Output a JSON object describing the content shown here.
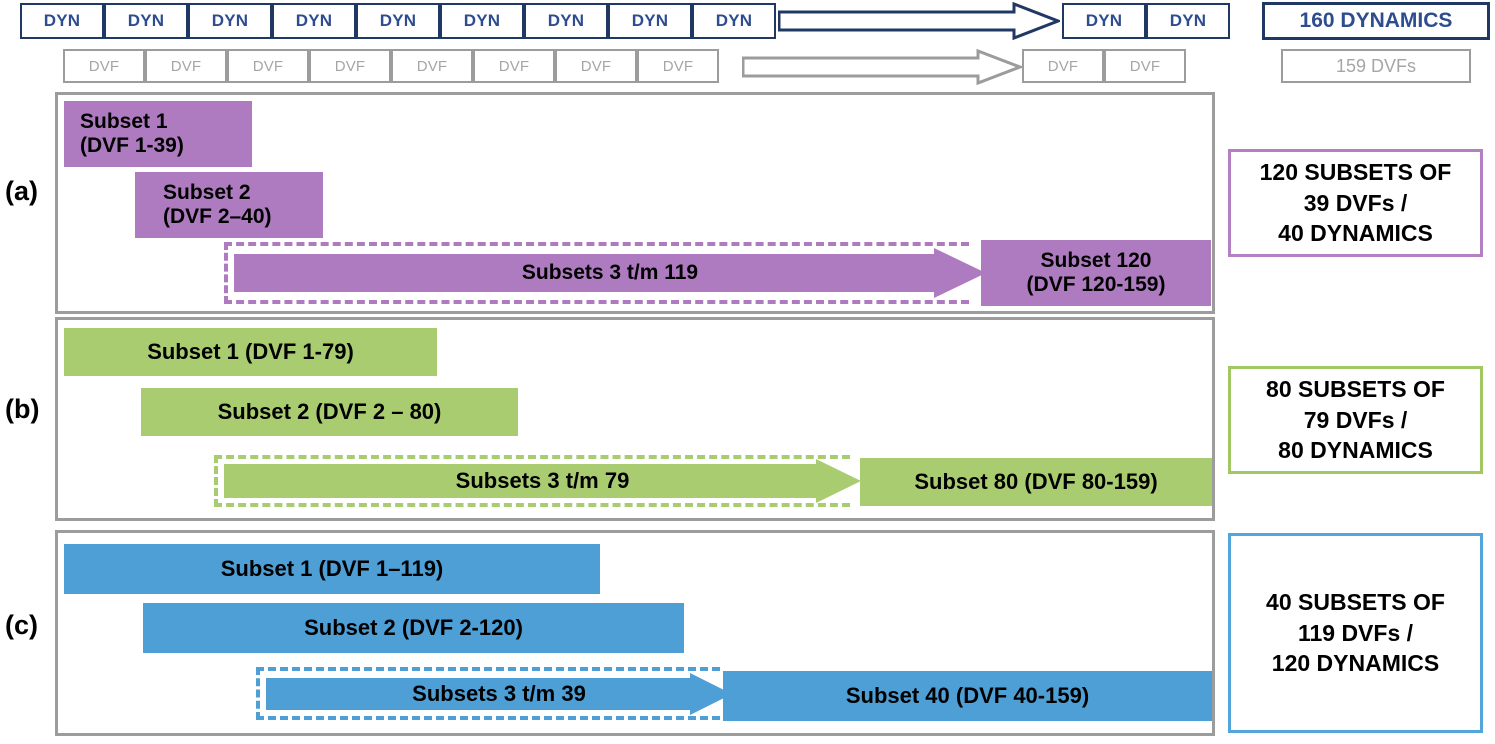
{
  "top_strips": {
    "dyn_row": {
      "cell_label": "DYN",
      "cells_left_count": 9,
      "cells_right_count": 2,
      "arrow_name": "dyn-continuation-arrow",
      "summary_label": "160 DYNAMICS",
      "border_color": "#1F3864",
      "text_color": "#2E4D8E"
    },
    "dvf_row": {
      "cell_label": "DVF",
      "cells_left_count": 8,
      "cells_right_count": 2,
      "arrow_name": "dvf-continuation-arrow",
      "summary_label": "159 DVFs",
      "border_color": "#9C9C9C",
      "text_color": "#A6A6A6"
    }
  },
  "panels": [
    {
      "id": "a",
      "label": "(a)",
      "color": "#AF7BC0",
      "legend_border": "#B57FC4",
      "bars": [
        {
          "name": "subset-1-bar",
          "line1": "Subset 1",
          "line2": "(DVF 1-39)"
        },
        {
          "name": "subset-2-bar",
          "line1": "Subset 2",
          "line2": "(DVF 2–40)"
        }
      ],
      "middle_arrow": {
        "name": "subsets-middle-arrow",
        "label": "Subsets 3 t/m 119"
      },
      "last_bar": {
        "name": "subset-last-bar",
        "line1": "Subset 120",
        "line2": "(DVF 120-159)"
      },
      "legend": [
        "120 SUBSETS OF",
        "39 DVFs /",
        "40 DYNAMICS"
      ]
    },
    {
      "id": "b",
      "label": "(b)",
      "color": "#A9CC70",
      "legend_border": "#A2C864",
      "bars": [
        {
          "name": "subset-1-bar",
          "line1": "Subset 1  (DVF 1-79)",
          "line2": ""
        },
        {
          "name": "subset-2-bar",
          "line1": "Subset 2  (DVF 2 – 80)",
          "line2": ""
        }
      ],
      "middle_arrow": {
        "name": "subsets-middle-arrow",
        "label": "Subsets 3 t/m 79"
      },
      "last_bar": {
        "name": "subset-last-bar",
        "line1": "Subset 80  (DVF 80-159)",
        "line2": ""
      },
      "legend": [
        "80 SUBSETS OF",
        "79 DVFs /",
        "80 DYNAMICS"
      ]
    },
    {
      "id": "c",
      "label": "(c)",
      "color": "#4D9FD6",
      "legend_border": "#53A6DC",
      "bars": [
        {
          "name": "subset-1-bar",
          "line1": "Subset 1 (DVF 1–119)",
          "line2": ""
        },
        {
          "name": "subset-2-bar",
          "line1": "Subset 2 (DVF 2-120)",
          "line2": ""
        }
      ],
      "middle_arrow": {
        "name": "subsets-middle-arrow",
        "label": "Subsets 3 t/m 39"
      },
      "last_bar": {
        "name": "subset-last-bar",
        "line1": "Subset 40 (DVF 40-159)",
        "line2": ""
      },
      "legend": [
        "40 SUBSETS OF",
        "119 DVFs /",
        "120 DYNAMICS"
      ]
    }
  ]
}
